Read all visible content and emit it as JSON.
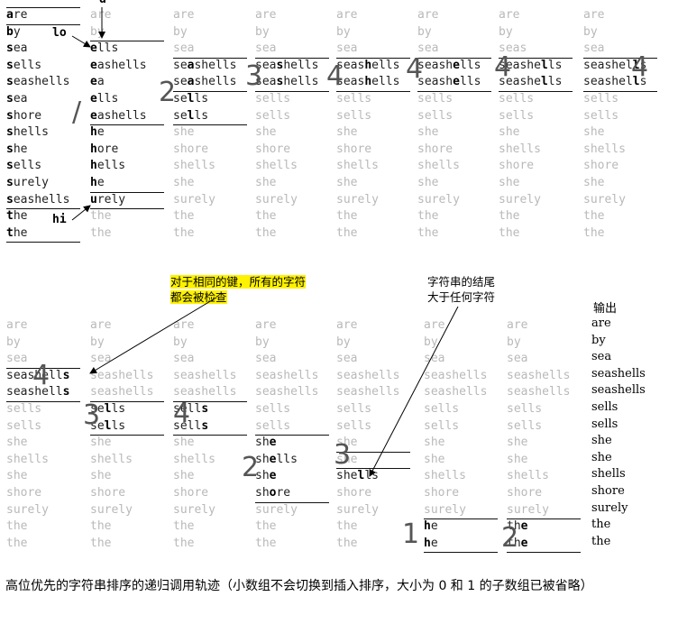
{
  "top": {
    "columns": [
      {
        "cells": [
          [
            "",
            "a",
            "re"
          ],
          [
            "",
            "b",
            "y"
          ],
          [
            "",
            "s",
            "ea"
          ],
          [
            "",
            "s",
            "ells"
          ],
          [
            "",
            "s",
            "eashells"
          ],
          [
            "",
            "s",
            "ea"
          ],
          [
            "",
            "s",
            "hore"
          ],
          [
            "",
            "s",
            "hells"
          ],
          [
            "",
            "s",
            "he"
          ],
          [
            "",
            "s",
            "ells"
          ],
          [
            "",
            "s",
            "urely"
          ],
          [
            "",
            "s",
            "eashells"
          ],
          [
            "",
            "t",
            "he"
          ],
          [
            "",
            "t",
            "he"
          ]
        ],
        "rules": [
          0,
          1,
          12,
          14
        ]
      },
      {
        "cells": [
          [
            "are"
          ],
          [
            "by"
          ],
          [
            "",
            "e",
            "lls"
          ],
          [
            "",
            "e",
            "ashells"
          ],
          [
            "",
            "e",
            "a"
          ],
          [
            "",
            "e",
            "lls"
          ],
          [
            "",
            "e",
            "ashells"
          ],
          [
            "",
            "h",
            "e"
          ],
          [
            "",
            "h",
            "ore"
          ],
          [
            "",
            "h",
            "ells"
          ],
          [
            "",
            "h",
            "e"
          ],
          [
            "",
            "u",
            "rely"
          ],
          [
            "the"
          ],
          [
            "the"
          ]
        ],
        "rules": [
          2,
          7,
          11,
          12
        ]
      },
      {
        "cells": [
          [
            "are"
          ],
          [
            "by"
          ],
          [
            "sea"
          ],
          [
            "se",
            "a",
            "shells"
          ],
          [
            "se",
            "a",
            "shells"
          ],
          [
            "se",
            "l",
            "ls"
          ],
          [
            "se",
            "l",
            "ls"
          ],
          [
            "she"
          ],
          [
            "shore"
          ],
          [
            "shells"
          ],
          [
            "she"
          ],
          [
            "surely"
          ],
          [
            "the"
          ],
          [
            "the"
          ]
        ],
        "rules": [
          3,
          5,
          7
        ]
      },
      {
        "cells": [
          [
            "are"
          ],
          [
            "by"
          ],
          [
            "sea"
          ],
          [
            "sea",
            "s",
            "hells"
          ],
          [
            "sea",
            "s",
            "hells"
          ],
          [
            "sells"
          ],
          [
            "sells"
          ],
          [
            "she"
          ],
          [
            "shore"
          ],
          [
            "shells"
          ],
          [
            "she"
          ],
          [
            "surely"
          ],
          [
            "the"
          ],
          [
            "the"
          ]
        ],
        "rules": [
          3,
          5
        ]
      },
      {
        "cells": [
          [
            "are"
          ],
          [
            "by"
          ],
          [
            "sea"
          ],
          [
            "seas",
            "h",
            "ells"
          ],
          [
            "seas",
            "h",
            "ells"
          ],
          [
            "sells"
          ],
          [
            "sells"
          ],
          [
            "she"
          ],
          [
            "shore"
          ],
          [
            "shells"
          ],
          [
            "she"
          ],
          [
            "surely"
          ],
          [
            "the"
          ],
          [
            "the"
          ]
        ],
        "rules": [
          3,
          5
        ]
      },
      {
        "cells": [
          [
            "are"
          ],
          [
            "by"
          ],
          [
            "sea"
          ],
          [
            "seash",
            "e",
            "lls"
          ],
          [
            "seash",
            "e",
            "lls"
          ],
          [
            "sells"
          ],
          [
            "sells"
          ],
          [
            "she"
          ],
          [
            "shore"
          ],
          [
            "shells"
          ],
          [
            "she"
          ],
          [
            "surely"
          ],
          [
            "the"
          ],
          [
            "the"
          ]
        ],
        "rules": [
          3,
          5
        ]
      },
      {
        "cells": [
          [
            "are"
          ],
          [
            "by"
          ],
          [
            "seas"
          ],
          [
            "seashe",
            "l",
            "ls"
          ],
          [
            "seashe",
            "l",
            "ls"
          ],
          [
            "sells"
          ],
          [
            "sells"
          ],
          [
            "she"
          ],
          [
            "shells"
          ],
          [
            "shore"
          ],
          [
            "she"
          ],
          [
            "surely"
          ],
          [
            "the"
          ],
          [
            "the"
          ]
        ],
        "rules": [
          3,
          5
        ]
      },
      {
        "cells": [
          [
            "are"
          ],
          [
            "by"
          ],
          [
            "sea"
          ],
          [
            "seashel",
            "l",
            "s"
          ],
          [
            "seashel",
            "l",
            "s"
          ],
          [
            "sells"
          ],
          [
            "sells"
          ],
          [
            "she"
          ],
          [
            "shells"
          ],
          [
            "shore"
          ],
          [
            "she"
          ],
          [
            "surely"
          ],
          [
            "the"
          ],
          [
            "the"
          ]
        ],
        "rules": [
          3,
          5
        ]
      }
    ],
    "labels": {
      "d": "d",
      "lo": "lo",
      "hi": "hi"
    },
    "hand_digits": [
      "/",
      "2",
      "3",
      "4",
      "4",
      "4",
      "4"
    ]
  },
  "bottom": {
    "columns": [
      {
        "cells": [
          [
            "are"
          ],
          [
            "by"
          ],
          [
            "sea"
          ],
          [
            "seashell",
            "s",
            ""
          ],
          [
            "seashell",
            "s",
            ""
          ],
          [
            "sells"
          ],
          [
            "sells"
          ],
          [
            "she"
          ],
          [
            "shells"
          ],
          [
            "she"
          ],
          [
            "shore"
          ],
          [
            "surely"
          ],
          [
            "the"
          ],
          [
            "the"
          ]
        ],
        "rules": [
          3,
          5
        ]
      },
      {
        "cells": [
          [
            "are"
          ],
          [
            "by"
          ],
          [
            "sea"
          ],
          [
            "seashells"
          ],
          [
            "seashells"
          ],
          [
            "se",
            "l",
            "ls"
          ],
          [
            "se",
            "l",
            "ls"
          ],
          [
            "she"
          ],
          [
            "shells"
          ],
          [
            "she"
          ],
          [
            "shore"
          ],
          [
            "surely"
          ],
          [
            "the"
          ],
          [
            "the"
          ]
        ],
        "rules": [
          5,
          7
        ]
      },
      {
        "cells": [
          [
            "are"
          ],
          [
            "by"
          ],
          [
            "sea"
          ],
          [
            "seashells"
          ],
          [
            "seashells"
          ],
          [
            "sell",
            "s",
            ""
          ],
          [
            "sell",
            "s",
            ""
          ],
          [
            "she"
          ],
          [
            "shells"
          ],
          [
            "she"
          ],
          [
            "shore"
          ],
          [
            "surely"
          ],
          [
            "the"
          ],
          [
            "the"
          ]
        ],
        "rules": [
          5,
          7
        ]
      },
      {
        "cells": [
          [
            "are"
          ],
          [
            "by"
          ],
          [
            "sea"
          ],
          [
            "seashells"
          ],
          [
            "seashells"
          ],
          [
            "sells"
          ],
          [
            "sells"
          ],
          [
            "sh",
            "e",
            ""
          ],
          [
            "sh",
            "e",
            "lls"
          ],
          [
            "sh",
            "e",
            ""
          ],
          [
            "sh",
            "o",
            "re"
          ],
          [
            "surely"
          ],
          [
            "the"
          ],
          [
            "the"
          ]
        ],
        "rules": [
          7,
          11
        ]
      },
      {
        "cells": [
          [
            "are"
          ],
          [
            "by"
          ],
          [
            "sea"
          ],
          [
            "seashells"
          ],
          [
            "seashells"
          ],
          [
            "sells"
          ],
          [
            "sells"
          ],
          [
            "she"
          ],
          [
            "she"
          ],
          [
            "she",
            "l",
            "ls"
          ],
          [
            "shore"
          ],
          [
            "surely"
          ],
          [
            "the"
          ],
          [
            "the"
          ]
        ],
        "rules": [
          8,
          9
        ]
      },
      {
        "cells": [
          [
            "are"
          ],
          [
            "by"
          ],
          [
            "sea"
          ],
          [
            "seashells"
          ],
          [
            "seashells"
          ],
          [
            "sells"
          ],
          [
            "sells"
          ],
          [
            "she"
          ],
          [
            "she"
          ],
          [
            "shells"
          ],
          [
            "shore"
          ],
          [
            "surely"
          ],
          [
            "",
            "h",
            "e"
          ],
          [
            "",
            "h",
            "e"
          ]
        ],
        "rules": [
          12,
          14
        ]
      },
      {
        "cells": [
          [
            "are"
          ],
          [
            "by"
          ],
          [
            "sea"
          ],
          [
            "seashells"
          ],
          [
            "seashells"
          ],
          [
            "sells"
          ],
          [
            "sells"
          ],
          [
            "she"
          ],
          [
            "she"
          ],
          [
            "shells"
          ],
          [
            "shore"
          ],
          [
            "surely"
          ],
          [
            "th",
            "e",
            ""
          ],
          [
            "th",
            "e",
            ""
          ]
        ],
        "rules": [
          12,
          14
        ]
      }
    ],
    "notes": {
      "same_key": "对于相同的键，所有的字符都会被检查",
      "end_of_string": "字符串的结尾\n大于任何字符"
    },
    "hand_digits": [
      "4",
      "3",
      "4",
      "2",
      "3",
      "1",
      "2"
    ],
    "output_label": "输出",
    "output": [
      "are",
      "by",
      "sea",
      "seashells",
      "seashells",
      "sells",
      "sells",
      "she",
      "she",
      "shells",
      "shore",
      "surely",
      "the",
      "the"
    ]
  },
  "caption": "高位优先的字符串排序的递归调用轨迹（小数组不会切换到插入排序，大小为 0 和 1 的子数组已被省略）"
}
